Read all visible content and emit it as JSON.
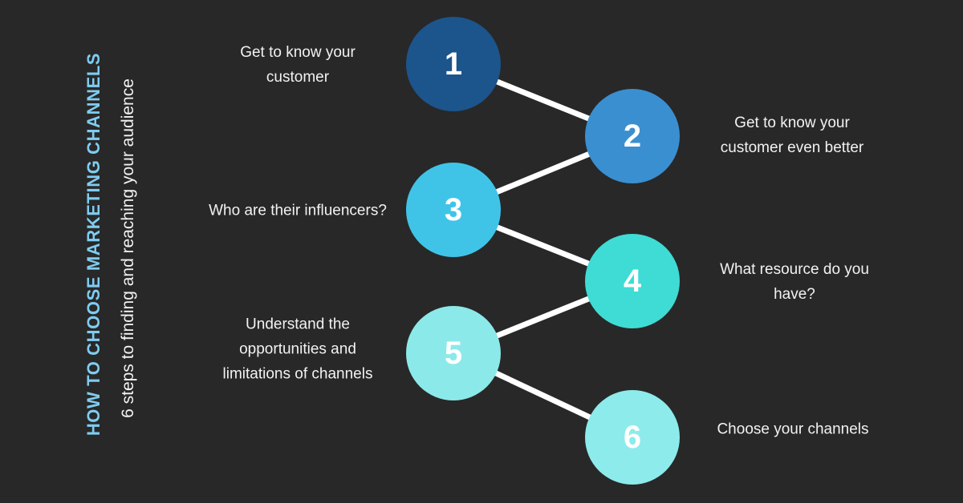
{
  "background_color": "#282828",
  "sidebar": {
    "title": "HOW TO CHOOSE MARKETING CHANNELS",
    "subtitle": "6 steps to finding and reaching your audience",
    "title_color": "#7fccf0",
    "subtitle_color": "#f2f2f2"
  },
  "diagram": {
    "line_color": "#ffffff",
    "number_color": "#ffffff",
    "label_color": "#f2f2f2",
    "steps": [
      {
        "number": "1",
        "label": "Get to know your\ncustomer",
        "color": "#1c548c",
        "side": "left"
      },
      {
        "number": "2",
        "label": "Get to know your\ncustomer even better",
        "color": "#3a8fd0",
        "side": "right"
      },
      {
        "number": "3",
        "label": "Who are their influencers?",
        "color": "#3fc4e8",
        "side": "left"
      },
      {
        "number": "4",
        "label": "What resource do you\nhave?",
        "color": "#3edcd4",
        "side": "right"
      },
      {
        "number": "5",
        "label": "Understand the\nopportunities and\nlimitations of channels",
        "color": "#8ce9e9",
        "side": "left"
      },
      {
        "number": "6",
        "label": "Choose your channels",
        "color": "#8debeb",
        "side": "right"
      }
    ]
  }
}
